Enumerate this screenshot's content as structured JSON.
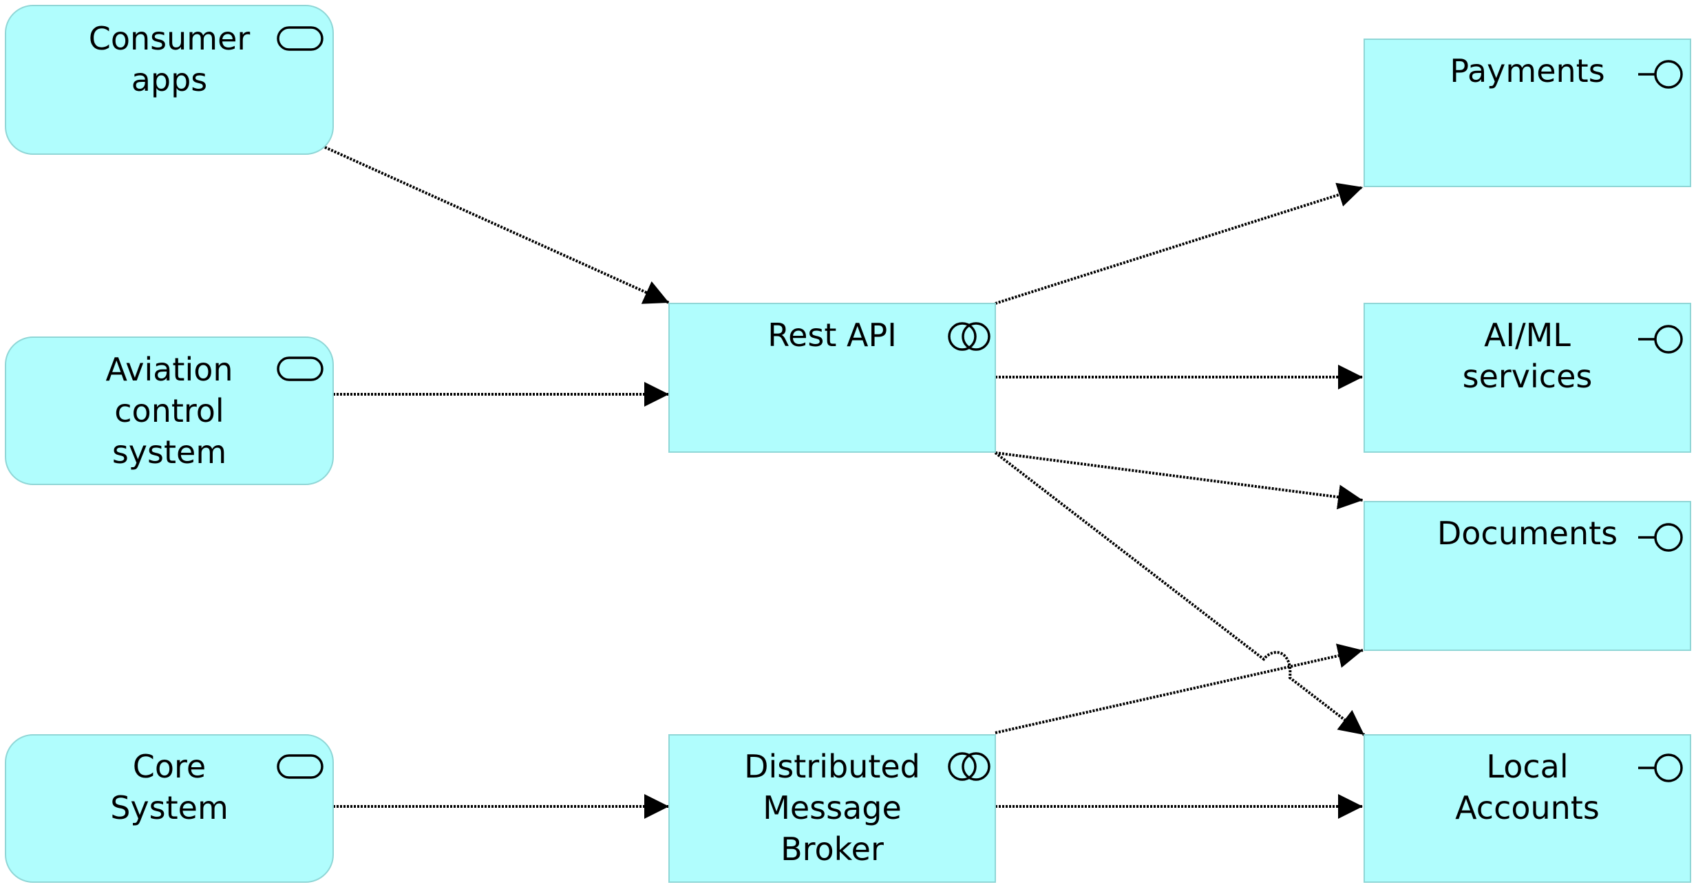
{
  "diagram": {
    "nodes": [
      {
        "id": "consumer-apps",
        "label_lines": [
          "Consumer",
          "apps"
        ],
        "shape": "rounded",
        "icon": "service-icon"
      },
      {
        "id": "aviation-control-system",
        "label_lines": [
          "Aviation",
          "control",
          "system"
        ],
        "shape": "rounded",
        "icon": "service-icon"
      },
      {
        "id": "core-system",
        "label_lines": [
          "Core",
          "System"
        ],
        "shape": "rounded",
        "icon": "service-icon"
      },
      {
        "id": "rest-api",
        "label_lines": [
          "Rest API"
        ],
        "shape": "rect",
        "icon": "collaboration-icon"
      },
      {
        "id": "distributed-message-broker",
        "label_lines": [
          "Distributed",
          "Message",
          "Broker"
        ],
        "shape": "rect",
        "icon": "collaboration-icon"
      },
      {
        "id": "payments",
        "label_lines": [
          "Payments"
        ],
        "shape": "rect",
        "icon": "interface-icon"
      },
      {
        "id": "ai-ml-services",
        "label_lines": [
          "AI/ML",
          "services"
        ],
        "shape": "rect",
        "icon": "interface-icon"
      },
      {
        "id": "documents",
        "label_lines": [
          "Documents"
        ],
        "shape": "rect",
        "icon": "interface-icon"
      },
      {
        "id": "local-accounts",
        "label_lines": [
          "Local",
          "Accounts"
        ],
        "shape": "rect",
        "icon": "interface-icon"
      }
    ],
    "edges": [
      {
        "from": "consumer-apps",
        "to": "rest-api",
        "style": "dotted",
        "arrow": "filled"
      },
      {
        "from": "aviation-control-system",
        "to": "rest-api",
        "style": "dotted",
        "arrow": "filled"
      },
      {
        "from": "core-system",
        "to": "distributed-message-broker",
        "style": "dotted",
        "arrow": "filled"
      },
      {
        "from": "rest-api",
        "to": "payments",
        "style": "dotted",
        "arrow": "filled"
      },
      {
        "from": "rest-api",
        "to": "ai-ml-services",
        "style": "dotted",
        "arrow": "filled"
      },
      {
        "from": "rest-api",
        "to": "documents",
        "style": "dotted",
        "arrow": "filled"
      },
      {
        "from": "rest-api",
        "to": "local-accounts",
        "style": "dotted",
        "arrow": "filled"
      },
      {
        "from": "distributed-message-broker",
        "to": "documents",
        "style": "dotted",
        "arrow": "filled"
      },
      {
        "from": "distributed-message-broker",
        "to": "local-accounts",
        "style": "dotted",
        "arrow": "filled"
      }
    ],
    "colors": {
      "node_fill": "#b0fdfd",
      "node_border": "#8fd6d6",
      "edge": "#000000",
      "text": "#000000"
    }
  }
}
